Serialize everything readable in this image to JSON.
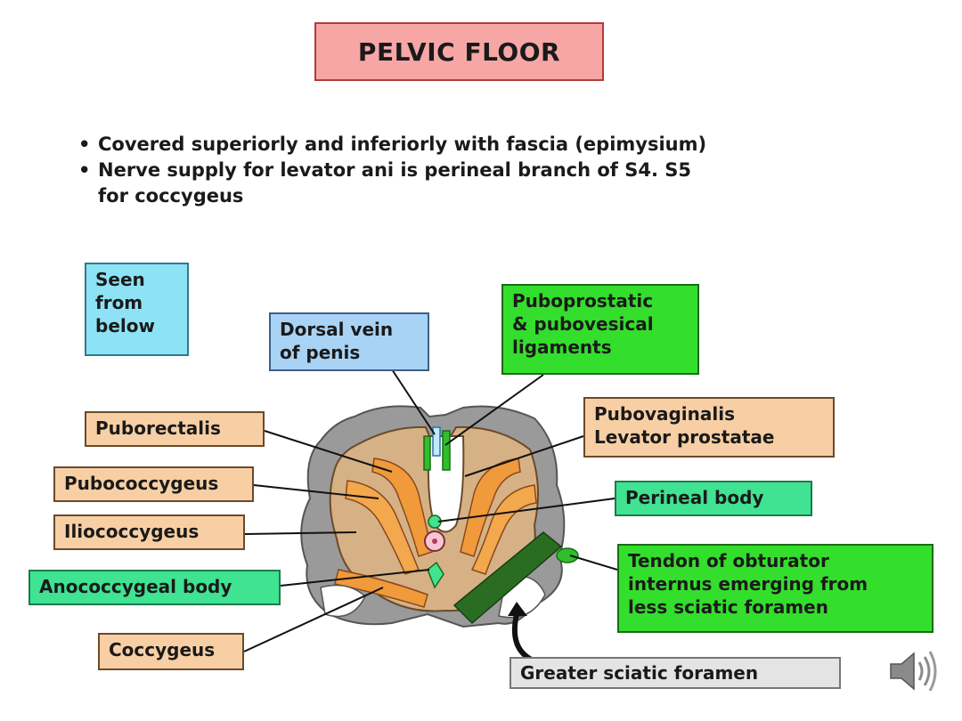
{
  "title": "PELVIC FLOOR",
  "bullets": [
    "Covered superiorly and inferiorly with fascia (epimysium)",
    "Nerve supply for levator ani is perineal branch of S4. S5",
    "for  coccygeus"
  ],
  "labels": {
    "seen_from_below": [
      "Seen",
      "from",
      "below"
    ],
    "dorsal_vein": [
      "Dorsal vein",
      "of penis"
    ],
    "puboprostatic": [
      "Puboprostatic",
      "& pubovesical",
      "ligaments"
    ],
    "puborectalis": "Puborectalis",
    "pubovaginalis": [
      "Pubovaginalis",
      "Levator prostatae"
    ],
    "pubococcygeus": "Pubococcygeus",
    "perineal_body": "Perineal body",
    "iliococcygeus": "Iliococcygeus",
    "tendon": [
      "Tendon of obturator",
      "internus emerging from",
      "less sciatic foramen"
    ],
    "anococcygeal": "Anococcygeal body",
    "coccygeus": "Coccygeus",
    "greater_sciatic": "Greater sciatic foramen"
  },
  "icons": {
    "speaker": "speaker-icon"
  }
}
